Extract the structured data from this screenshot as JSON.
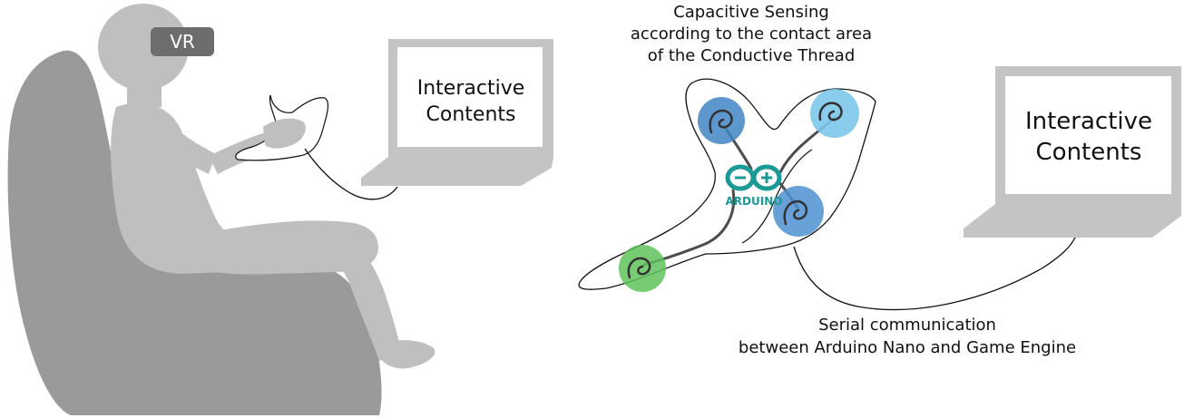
{
  "headset_label": "VR",
  "screen_small": {
    "line1": "Interactive",
    "line2": "Contents"
  },
  "screen_large": {
    "line1": "Interactive",
    "line2": "Contents"
  },
  "sensing_caption": {
    "line1": "Capacitive Sensing",
    "line2": "according to the contact area",
    "line3": "of the Conductive Thread"
  },
  "serial_caption": {
    "line1": "Serial communication",
    "line2": "between Arduino Nano and Game Engine"
  },
  "arduino_label": "ARDUINO",
  "colors": {
    "chair": "#9a9a9a",
    "person": "#bfbfbf",
    "laptop": "#c4c4c4",
    "arduino_teal": "#1a9a96",
    "pad_dark_blue": "#3f86c6",
    "pad_light_blue": "#7cc7ea",
    "pad_mid_blue": "#4d90d0",
    "pad_green": "#5fc35a"
  }
}
